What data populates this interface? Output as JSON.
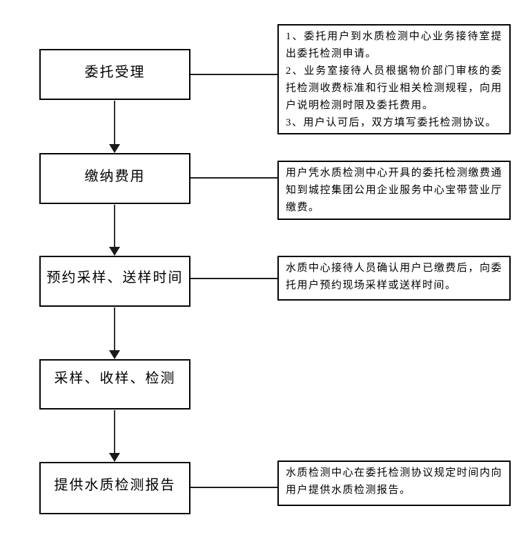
{
  "flow": {
    "steps": [
      {
        "label": "委托受理"
      },
      {
        "label": "缴纳费用"
      },
      {
        "label": "预约采样、送样时间"
      },
      {
        "label": "采样、收样、检测"
      },
      {
        "label": "提供水质检测报告"
      }
    ]
  },
  "notes": [
    {
      "text": "1、委托用户到水质检测中心业务接待室提出委托检测申请。\n2、业务室接待人员根据物价部门审核的委托检测收费标准和行业相关检测规程，向用户说明检测时限及委托费用。\n3、用户认可后，双方填写委托检测协议。"
    },
    {
      "text": "用户凭水质检测中心开具的委托检测缴费通知到城控集团公用企业服务中心宝带营业厅缴费。"
    },
    {
      "text": "水质中心接待人员确认用户已缴费后，向委托用户预约现场采样或送样时间。"
    },
    {
      "text": "水质检测中心在委托检测协议规定时间内向用户提供水质检测报告。"
    }
  ],
  "colors": {
    "border": "#000000",
    "background": "#ffffff",
    "arrow": "#303030"
  }
}
